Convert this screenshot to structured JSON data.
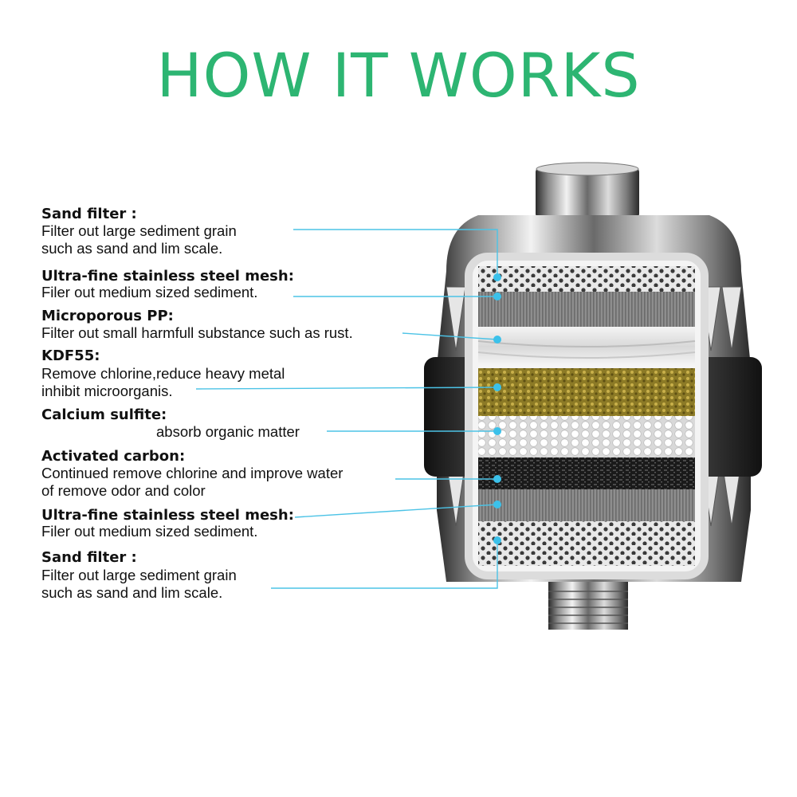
{
  "title": "HOW IT WORKS",
  "colors": {
    "title": "#2db572",
    "leader": "#4cc3e6",
    "text": "#111111"
  },
  "layers": [
    {
      "name": "Sand filter  :",
      "lines": [
        "Filter out large sediment grain",
        "such as sand and lim scale."
      ]
    },
    {
      "name": "Ultra-fine stainless steel mesh:",
      "lines": [
        "Filer out medium sized sediment."
      ]
    },
    {
      "name": "Microporous PP:",
      "lines": [
        "Filter out small harmfull substance such as rust."
      ]
    },
    {
      "name": "KDF55:",
      "lines": [
        "Remove chlorine,reduce heavy metal",
        "inhibit microorganis."
      ]
    },
    {
      "name": "Calcium sulfite:",
      "lines": [
        "absorb organic matter"
      ]
    },
    {
      "name": "Activated carbon:",
      "lines": [
        "Continued remove chlorine and improve water",
        "of remove odor and color"
      ]
    },
    {
      "name": "Ultra-fine stainless steel mesh:",
      "lines": [
        "Filer out medium sized sediment."
      ]
    },
    {
      "name": "Sand filter  :",
      "lines": [
        "Filter out large sediment grain",
        "such as sand and lim scale."
      ]
    }
  ]
}
